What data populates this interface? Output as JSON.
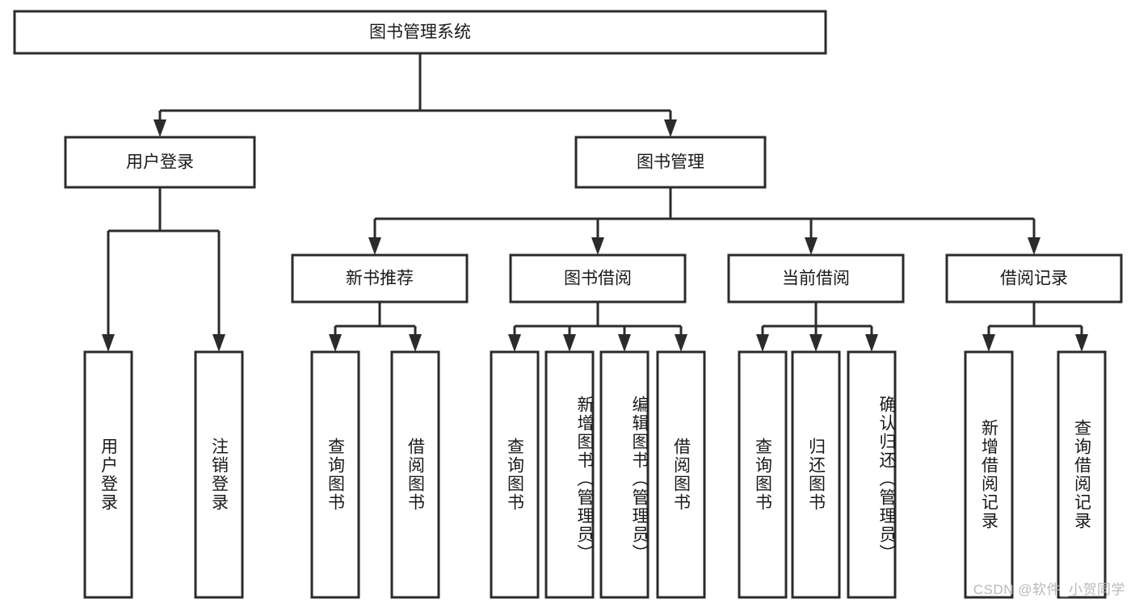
{
  "diagram": {
    "type": "tree-hierarchy",
    "title": "图书管理系统",
    "orientation": "top-down",
    "background_color": "#ffffff",
    "line_color": "#2b2b2b",
    "box_fill": "#ffffff",
    "text_color": "#1a1a1a"
  },
  "root": {
    "label": "图书管理系统"
  },
  "level1": [
    {
      "label": "用户登录"
    },
    {
      "label": "图书管理"
    }
  ],
  "level2": [
    {
      "label": "新书推荐"
    },
    {
      "label": "图书借阅"
    },
    {
      "label": "当前借阅"
    },
    {
      "label": "借阅记录"
    }
  ],
  "leaves": {
    "user_login": [
      {
        "label": "用户登录"
      },
      {
        "label": "注销登录"
      }
    ],
    "new_book": [
      {
        "label": "查询图书"
      },
      {
        "label": "借阅图书"
      }
    ],
    "book_borrow": [
      {
        "label": "查询图书"
      },
      {
        "label": "新增图书（管理员）"
      },
      {
        "label": "编辑图书（管理员）"
      },
      {
        "label": "借阅图书"
      }
    ],
    "current_borrow": [
      {
        "label": "查询图书"
      },
      {
        "label": "归还图书"
      },
      {
        "label": "确认归还（管理员）"
      }
    ],
    "borrow_record": [
      {
        "label": "新增借阅记录"
      },
      {
        "label": "查询借阅记录"
      }
    ]
  },
  "watermark": {
    "text": "CSDN @软件_小贺同学"
  }
}
